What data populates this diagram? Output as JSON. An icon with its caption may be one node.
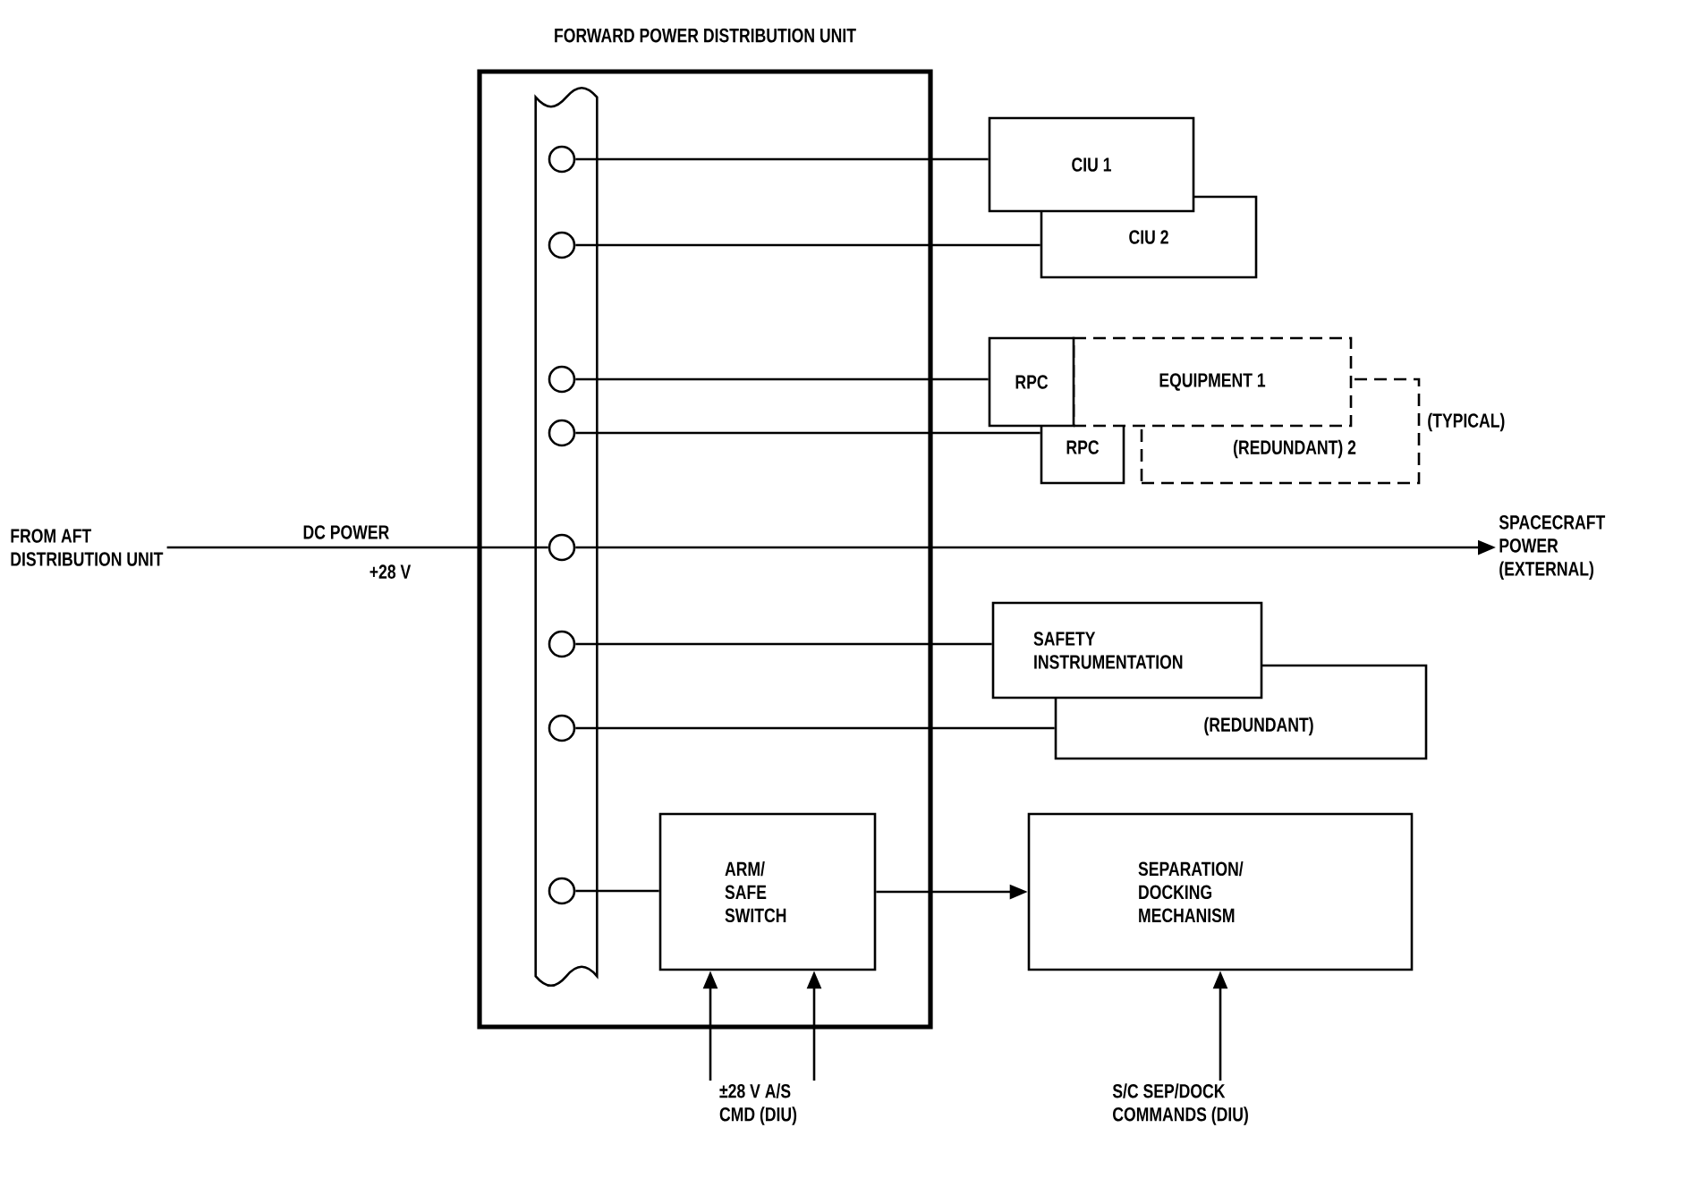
{
  "diagram": {
    "nodes": [
      {
        "text": [
          "FORWARD POWER DISTRIBUTION UNIT"
        ]
      },
      {
        "text": [],
        "shape": "bar",
        "in": 0
      },
      {
        "text": [],
        "shape": "circle",
        "in": 1
      },
      {
        "text": [],
        "shape": "circle",
        "in": 1
      },
      {
        "text": [],
        "shape": "circle",
        "in": 1
      },
      {
        "text": [],
        "shape": "circle",
        "in": 1
      },
      {
        "text": [],
        "shape": "circle",
        "in": 1
      },
      {
        "text": [],
        "shape": "circle",
        "in": 1
      },
      {
        "text": [],
        "shape": "circle",
        "in": 1
      },
      {
        "text": [],
        "shape": "circle",
        "in": 1
      },
      {
        "text": [
          "ARM/ SAFE SWITCH"
        ],
        "in": 0
      },
      {
        "text": [
          "CIU 1"
        ]
      },
      {
        "text": [
          "CIU 2"
        ]
      },
      {
        "text": [
          "RPC"
        ]
      },
      {
        "text": [
          "EQUIPMENT 1"
        ]
      },
      {
        "text": [
          "RPC"
        ]
      },
      {
        "text": [
          "(REDUNDANT) 2"
        ]
      },
      {
        "text": [
          "SAFETY INSTRUMENTATION"
        ]
      },
      {
        "text": [
          "(REDUNDANT)"
        ]
      },
      {
        "text": [
          "SEPARATION/ DOCKING MECHANISM"
        ]
      },
      {
        "text": [
          "FROM AFT DISTRIBUTION UNIT"
        ]
      },
      {
        "text": [
          "SPACECRAFT POWER (EXTERNAL)"
        ]
      },
      {
        "text": [
          "±28 V A/S CMD (DIU)"
        ]
      },
      {
        "text": [
          "S/C SEP/DOCK COMMANDS (DIU)"
        ]
      }
    ],
    "edges": [
      {
        "from": 2,
        "to": 11,
        "arrow": "none"
      },
      {
        "from": 3,
        "to": 12,
        "arrow": "none"
      },
      {
        "from": 4,
        "to": 13,
        "arrow": "none"
      },
      {
        "from": 5,
        "to": 15,
        "arrow": "none"
      },
      {
        "from": 20,
        "to": 6,
        "arrow": "none",
        "label": "DC POWER"
      },
      {
        "from": 6,
        "to": 21,
        "arrow": "to"
      },
      {
        "from": 7,
        "to": 17,
        "arrow": "none"
      },
      {
        "from": 8,
        "to": 18,
        "arrow": "none"
      },
      {
        "from": 9,
        "to": 10,
        "arrow": "none"
      },
      {
        "from": 10,
        "to": 19,
        "arrow": "to"
      },
      {
        "from": 22,
        "to": 10,
        "arrow": "to"
      },
      {
        "from": 22,
        "to": 10,
        "arrow": "to"
      },
      {
        "from": 23,
        "to": 19,
        "arrow": "to"
      }
    ],
    "labels": [
      "+28 V",
      "(TYPICAL)"
    ]
  }
}
